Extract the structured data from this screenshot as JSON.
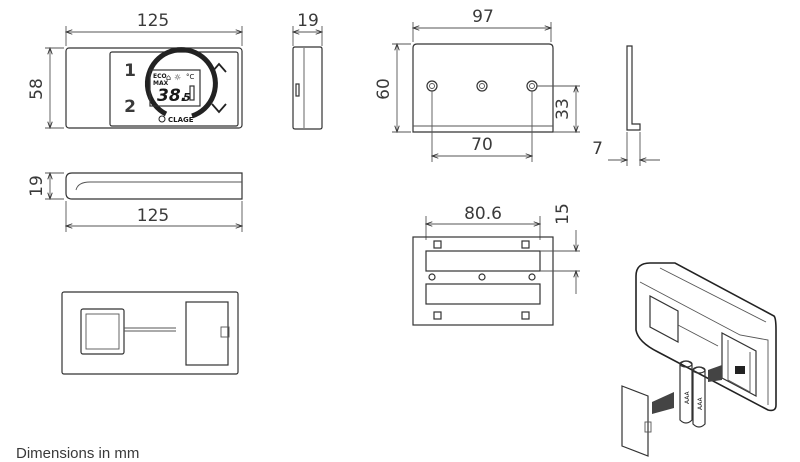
{
  "dimensions": {
    "front_width": "125",
    "front_height": "58",
    "side_depth": "19",
    "plate_width": "97",
    "plate_height": "60",
    "hole_spacing": "70",
    "hole_height": "33",
    "bracket_depth": "7",
    "top_depth": "19",
    "top_width": "125",
    "slot_width": "80.6",
    "slot_height": "15"
  },
  "display": {
    "button_1": "1",
    "button_2": "2",
    "eco_label": "ECO",
    "max_label": "MAX",
    "temperature_main": "38.",
    "temperature_decimal": "5",
    "unit": "°C",
    "brand": "CLAGE"
  },
  "battery": {
    "label_1": "AAA",
    "label_2": "AAA"
  },
  "caption": "Dimensions in mm"
}
